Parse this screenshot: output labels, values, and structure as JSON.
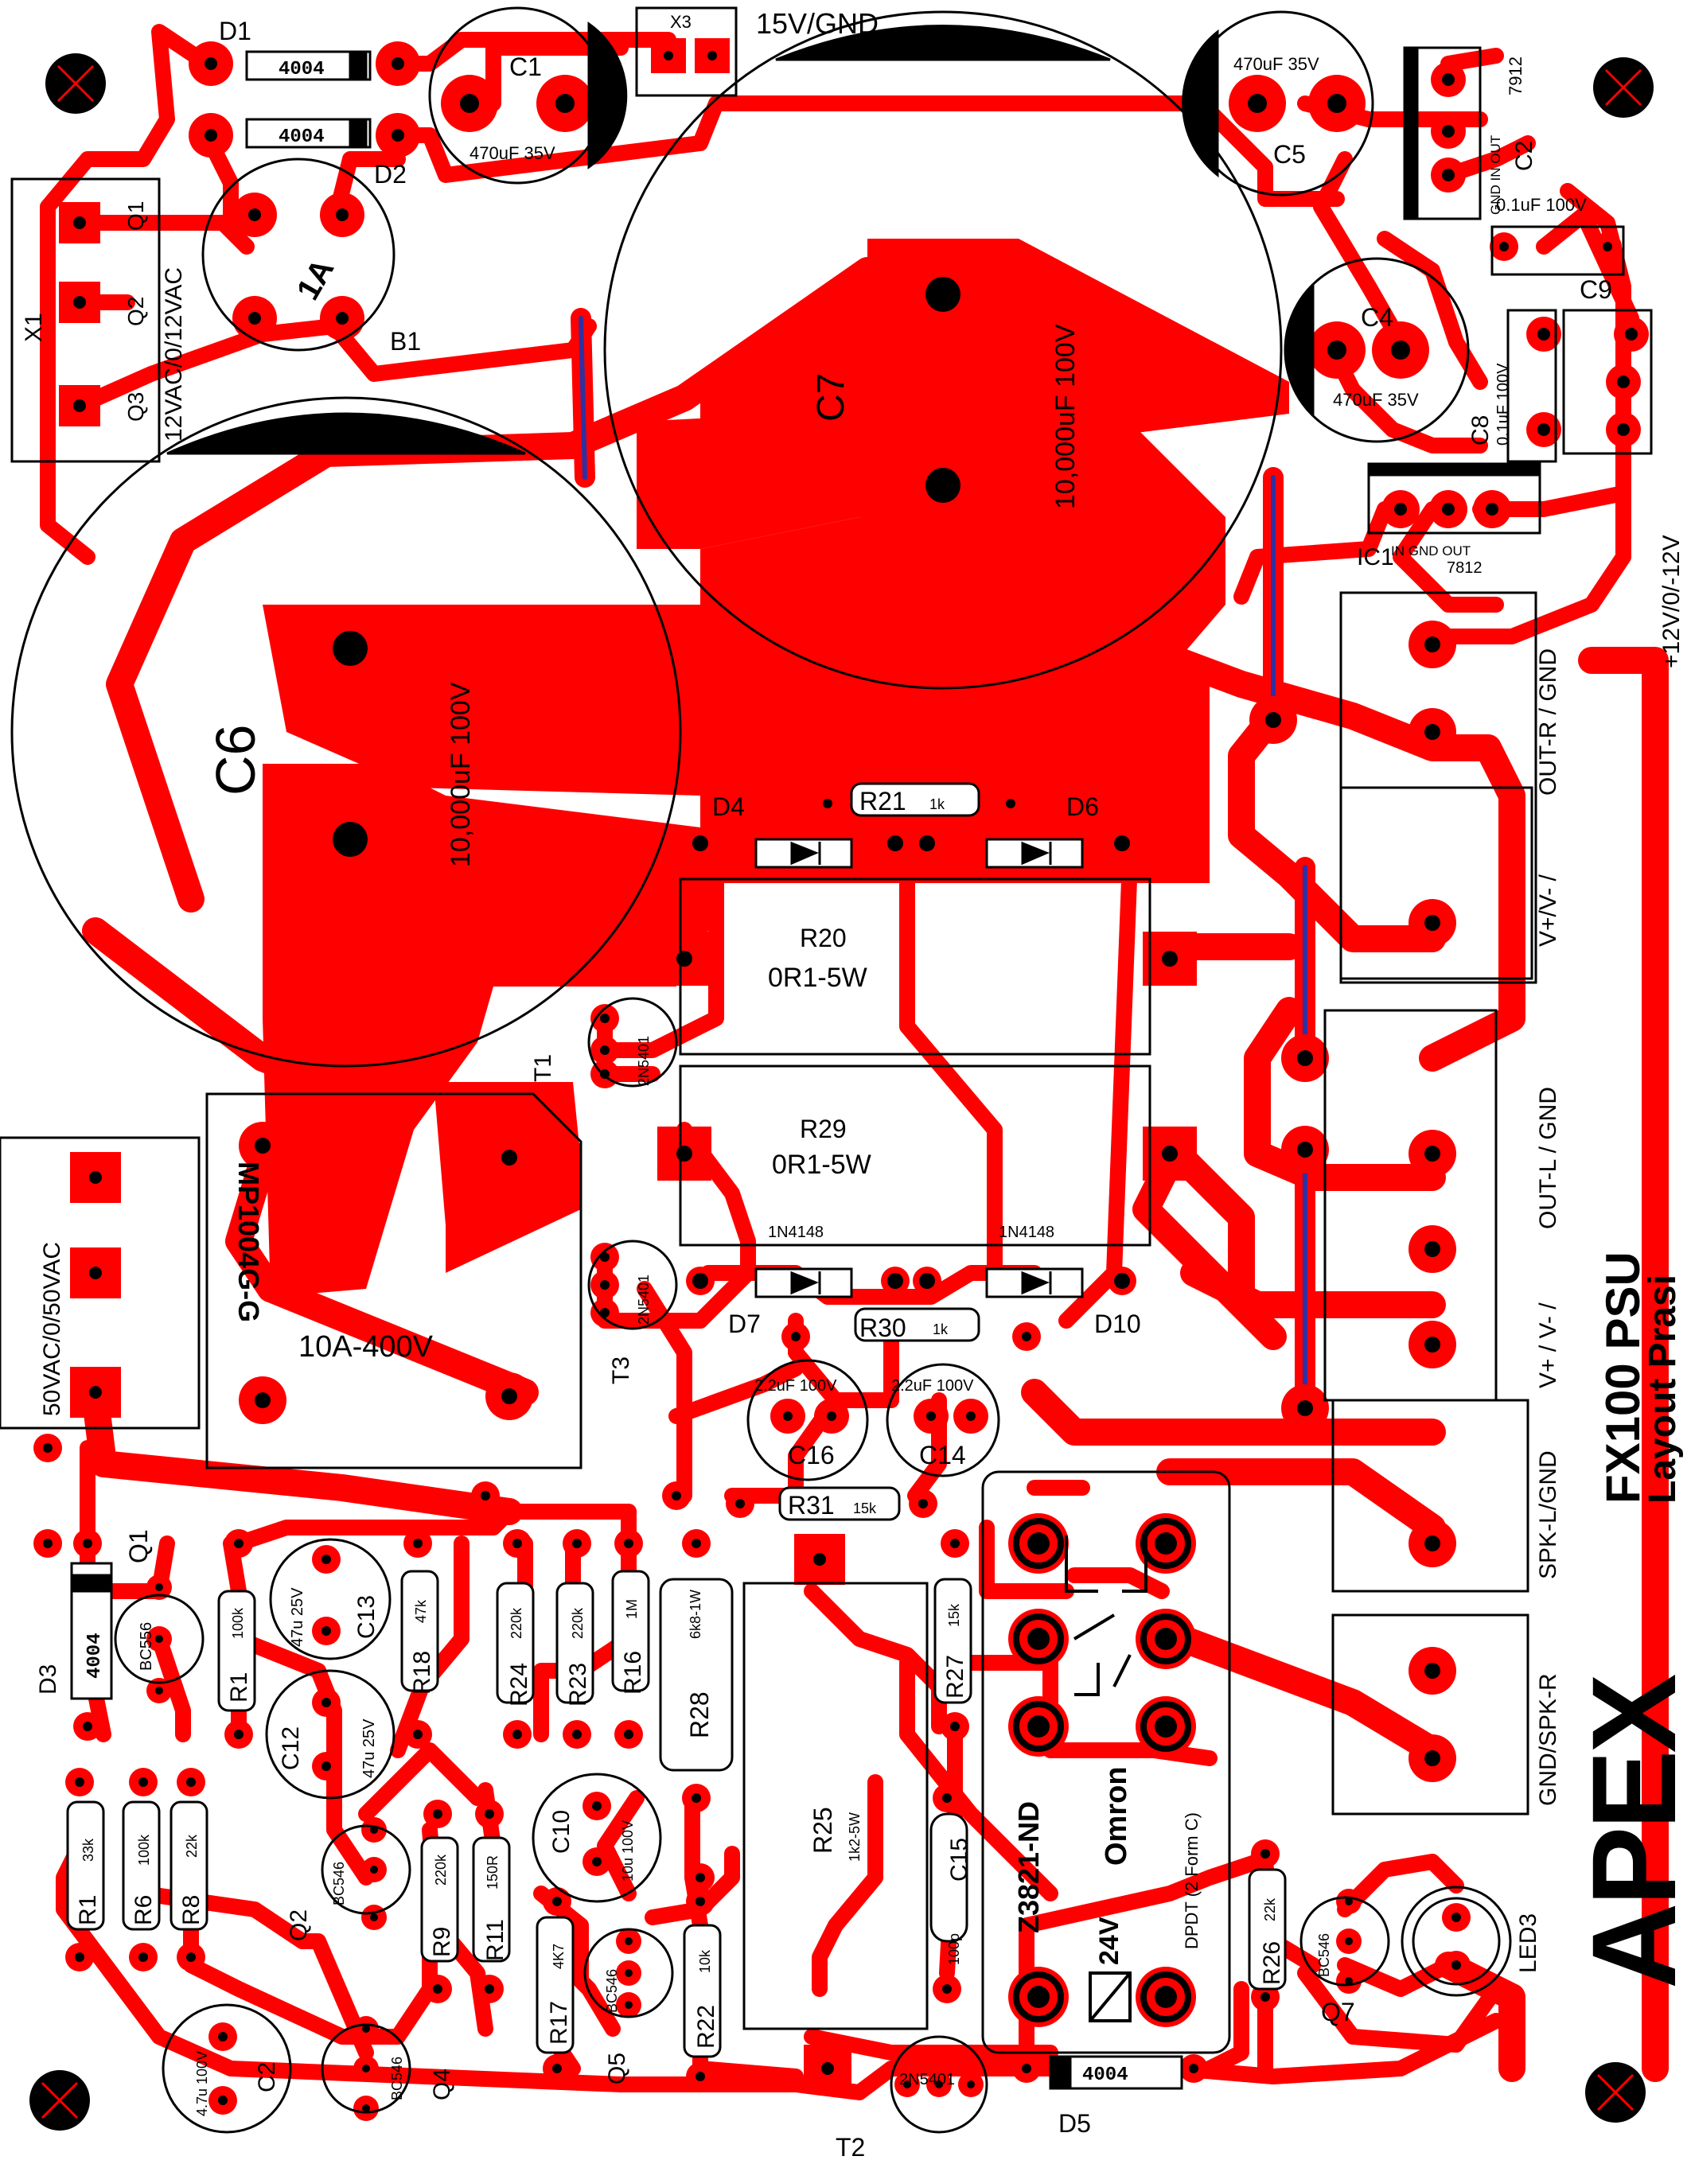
{
  "colors": {
    "copper": "#ff0000",
    "silk": "#000000",
    "hole": "#000000",
    "background": "#ffffff",
    "jumper": "#3030a0"
  },
  "brand": {
    "logo_text": "APEX",
    "title": "FX100 PSU",
    "subtitle": "Layout Prasi"
  },
  "labels": {
    "x3": "X3",
    "x3_voltage": "15V/GND",
    "d1": "D1",
    "d2": "D2",
    "d1_val": "4004",
    "d2_val": "4004",
    "c1": "C1",
    "c1_val": "470uF 35V",
    "c5": "C5",
    "c5_val": "470uF 35V",
    "c4": "C4",
    "c4_val": "470uF 35V",
    "reg_7912": "7912",
    "reg_7912_pins": "GND  IN  OUT",
    "c2_top": "C2",
    "c2_top_val": "0.1uF 100V",
    "c9": "C9",
    "c8": "C8",
    "c8_val": "0.1uF 100V",
    "ic1": "IC1",
    "ic1_pins": "IN   GND  OUT",
    "ic1_val": "7812",
    "out_12v": "+12V/0/-12V",
    "x1": "X1",
    "x1_q1": "Q1",
    "x1_q2": "Q2",
    "x1_q3": "Q3",
    "x1_val": "12VAC/0/12VAC",
    "b1": "B1",
    "b1_val": "1A",
    "c7": "C7",
    "c7_val": "10,000uF 100V",
    "c6": "C6",
    "c6_val": "10,000uF 100V",
    "r21": "R21",
    "r21_val": "1k",
    "d4": "D4",
    "d6": "D6",
    "r20": "R20",
    "r20_val": "0R1-5W",
    "r29": "R29",
    "r29_val": "0R1-5W",
    "t1": "T1",
    "t1_val": "2N5401",
    "t3": "T3",
    "t3_val": "2N5401",
    "d7_val": "1N4148",
    "d10_val": "1N4148",
    "d7": "D7",
    "d10": "D10",
    "r30": "R30",
    "r30_val": "1k",
    "c16": "C16",
    "c16_val": "2.2uF 100V",
    "c14": "C14",
    "c14_val": "2.2uF 100V",
    "r31": "R31",
    "r31_val": "15k",
    "bridge": "MP1004G-G",
    "bridge_val": "10A-400V",
    "in_50v": "50VAC/0/50VAC",
    "out_r": "OUT-R / GND",
    "vr": "V+/V- /",
    "out_l": "OUT-L / GND",
    "vl": "V+ / V- /",
    "spk_l": "SPK-L/GND",
    "spk_r": "GND/SPK-R",
    "q1": "Q1",
    "q1_val": "BC556",
    "d3": "D3",
    "d3_val": "4004",
    "r1a": "R1",
    "r1a_val": "100k",
    "c13": "C13",
    "c13_val": "47u 25V",
    "r18": "R18",
    "r18_val": "47k",
    "r24": "R24",
    "r24_val": "220k",
    "r23": "R23",
    "r23_val": "220k",
    "r16": "R16",
    "r16_val": "1M",
    "r28": "R28",
    "r28_val": "6k8-1W",
    "r27": "R27",
    "r27_val": "15k",
    "c12": "C12",
    "c12_val": "47u 25V",
    "r1b": "R1",
    "r1b_val": "33k",
    "r6": "R6",
    "r6_val": "100k",
    "r8": "R8",
    "r8_val": "22k",
    "q2": "Q2",
    "q2_val": "BC546",
    "r9": "R9",
    "r9_val": "220k",
    "r11": "R11",
    "r11_val": "150R",
    "c10": "C10",
    "c10_val": "10u 100V",
    "r17": "R17",
    "r17_val": "4K7",
    "q5": "Q5",
    "q5_val": "BC546",
    "r22": "R22",
    "r22_val": "10k",
    "r25": "R25",
    "r25_val": "1k2-5W",
    "c15": "C15",
    "c15_val": "100p",
    "c2": "C2",
    "c2_val": "4.7u 100V",
    "q4": "Q4",
    "q4_val": "BC546",
    "t2": "T2",
    "t2_val": "2N5401",
    "d5": "D5",
    "d5_val": "4004",
    "relay_part": "Z3821-ND",
    "relay_brand": "Omron",
    "relay_coil": "24V",
    "relay_type": "DPDT (2 Form C)",
    "r26": "R26",
    "r26_val": "22k",
    "q7": "Q7",
    "q7_val": "BC546",
    "led3": "LED3"
  }
}
